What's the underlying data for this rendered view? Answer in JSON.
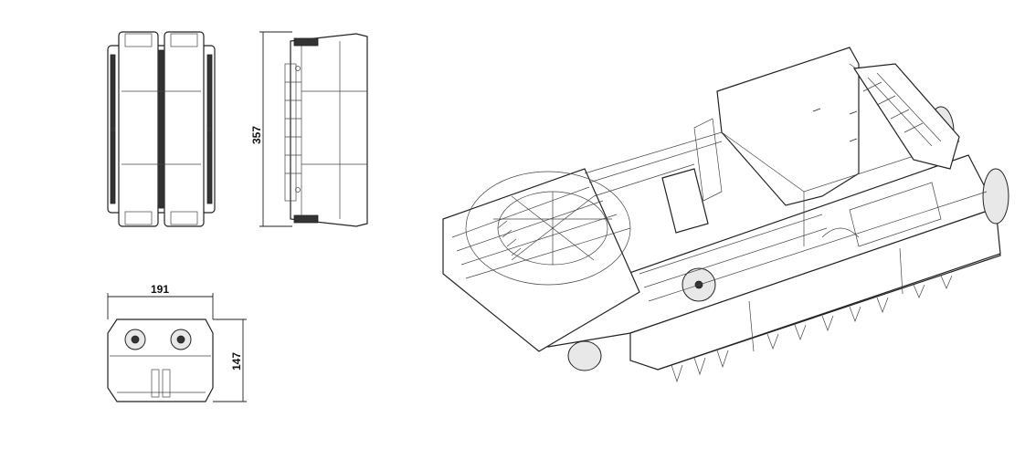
{
  "drawing": {
    "dimensions": {
      "height": "357",
      "width": "191",
      "depth": "147"
    }
  }
}
